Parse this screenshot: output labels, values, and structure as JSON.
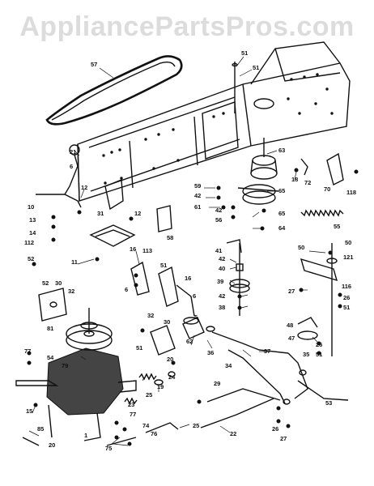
{
  "watermark": "AppliancePartsPros.com",
  "callouts": {
    "c1": "57",
    "c2": "51",
    "c3": "51",
    "c4": "21",
    "c5": "6",
    "c6": "63",
    "c7": "18",
    "c8": "72",
    "c9": "70",
    "c10": "118",
    "c11": "59",
    "c12": "42",
    "c13": "61",
    "c14": "65",
    "c15": "42",
    "c16": "56",
    "c17": "65",
    "c18": "64",
    "c19": "55",
    "c20": "12",
    "c21": "10",
    "c22": "31",
    "c23": "13",
    "c24": "14",
    "c25": "112",
    "c26": "12",
    "c27": "58",
    "c28": "52",
    "c29": "11",
    "c30": "113",
    "c31": "16",
    "c32": "51",
    "c33": "16",
    "c34": "6",
    "c35": "6",
    "c36": "41",
    "c37": "42",
    "c38": "40",
    "c39": "39",
    "c40": "42",
    "c41": "38",
    "c42": "50",
    "c43": "50",
    "c44": "121",
    "c45": "27",
    "c46": "116",
    "c47": "26",
    "c48": "51",
    "c49": "52",
    "c50": "30",
    "c51": "32",
    "c52": "81",
    "c53": "32",
    "c54": "30",
    "c55": "5",
    "c56": "62",
    "c57": "51",
    "c58": "36",
    "c59": "48",
    "c60": "47",
    "c61": "26",
    "c62": "51",
    "c63": "35",
    "c64": "77",
    "c65": "54",
    "c66": "79",
    "c67": "20",
    "c68": "34",
    "c69": "37",
    "c70": "24",
    "c71": "19",
    "c72": "25",
    "c73": "23",
    "c74": "29",
    "c75": "53",
    "c76": "15",
    "c77": "77",
    "c78": "74",
    "c79": "85",
    "c80": "1",
    "c81": "76",
    "c82": "25",
    "c83": "22",
    "c84": "26",
    "c85": "27",
    "c86": "20",
    "c87": "75"
  }
}
